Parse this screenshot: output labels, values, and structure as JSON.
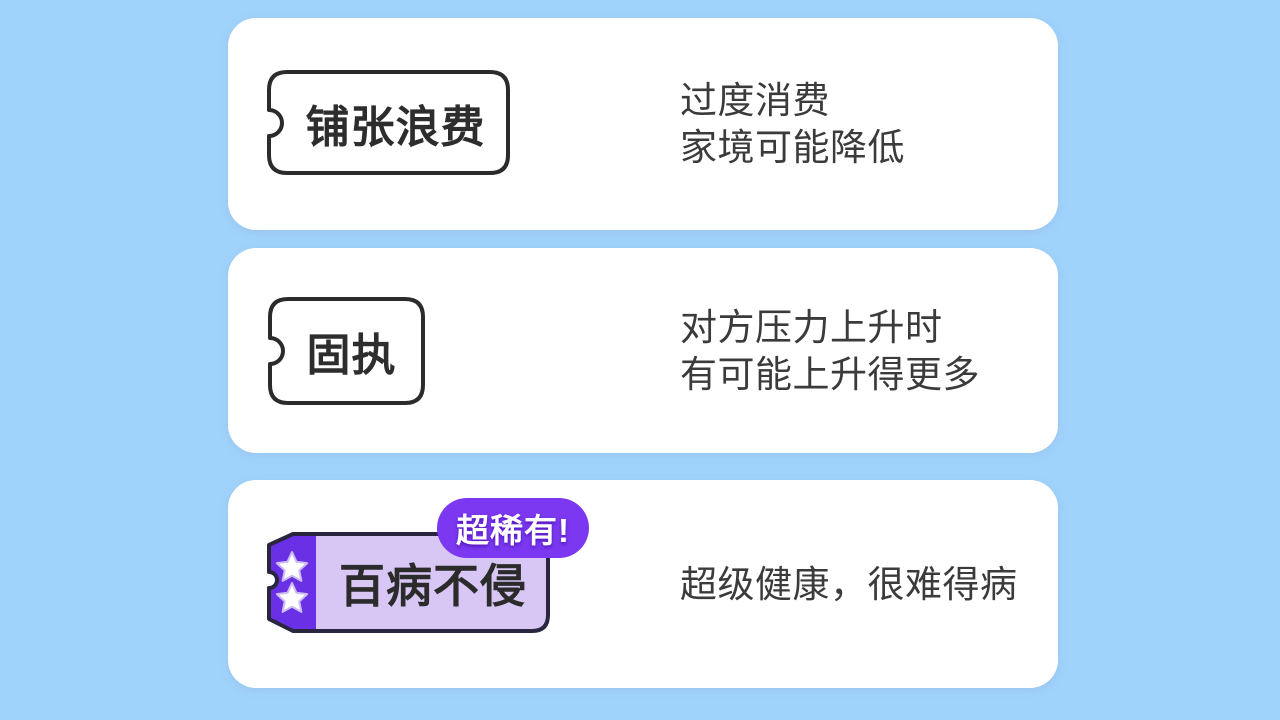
{
  "screen": {
    "name": "trait-list"
  },
  "cards": [
    {
      "tag": {
        "label": "铺张浪费",
        "style": "normal"
      },
      "description": {
        "lines": [
          "过度消费",
          "家境可能降低"
        ]
      }
    },
    {
      "tag": {
        "label": "固执",
        "style": "normal"
      },
      "description": {
        "lines": [
          "对方压力上升时",
          "有可能上升得更多"
        ]
      }
    },
    {
      "tag": {
        "label": "百病不侵",
        "style": "super-rare",
        "badge": "超稀有!",
        "stars": 2
      },
      "description": {
        "lines": [
          "超级健康，很难得病"
        ]
      }
    }
  ],
  "colors": {
    "background": "#9fd3fb",
    "card_bg": "#ffffff",
    "ticket_fill": "#ffffff",
    "ticket_border": "#2b2b2b",
    "tag_text": "#2d2d2d",
    "desc_text": "#3b3b3b",
    "rare_strip": "#6a30e6",
    "rare_body": "#d8c7f4",
    "rare_border": "#2b2640",
    "rare_text": "#2b2b2b",
    "badge_bg": "#7b38f0",
    "badge_text": "#ffffff",
    "star_fill": "#ffffff",
    "star_outline": "#cdbcf0"
  }
}
